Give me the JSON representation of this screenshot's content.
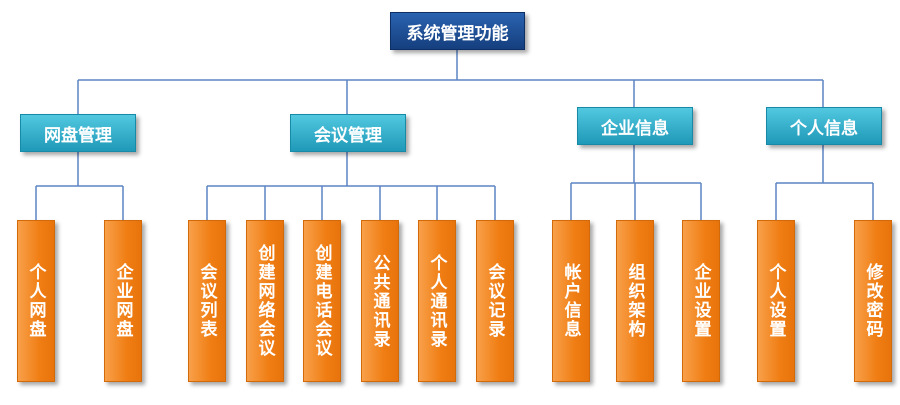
{
  "root": {
    "label": "系统管理功能"
  },
  "groups": [
    {
      "label": "网盘管理",
      "children": [
        "个人网盘",
        "企业网盘"
      ]
    },
    {
      "label": "会议管理",
      "children": [
        "会议列表",
        "创建网络会议",
        "创建电话会议",
        "公共通讯录",
        "个人通讯录",
        "会议记录"
      ]
    },
    {
      "label": "企业信息",
      "children": [
        "帐户信息",
        "组织架构",
        "企业设置"
      ]
    },
    {
      "label": "个人信息",
      "children": [
        "个人设置",
        "修改密码"
      ]
    }
  ],
  "colors": {
    "root": "#1f4e93",
    "group": "#2aa7c7",
    "leaf": "#f38b22",
    "connector": "#5b84c4"
  }
}
